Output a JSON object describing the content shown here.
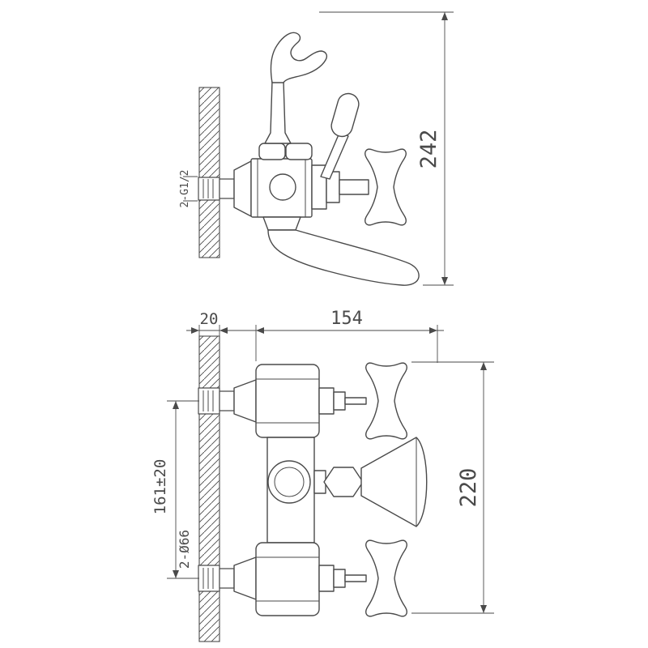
{
  "colors": {
    "line": "#4a4a4a",
    "background": "#ffffff"
  },
  "side_view": {
    "thread_label": "2-G1/2",
    "height_dim": "242"
  },
  "front_view": {
    "wall_dim": "20",
    "width_dim": "154",
    "spacing_dim": "161±20",
    "flange_dim": "2-Ø66",
    "height_dim": "220"
  }
}
